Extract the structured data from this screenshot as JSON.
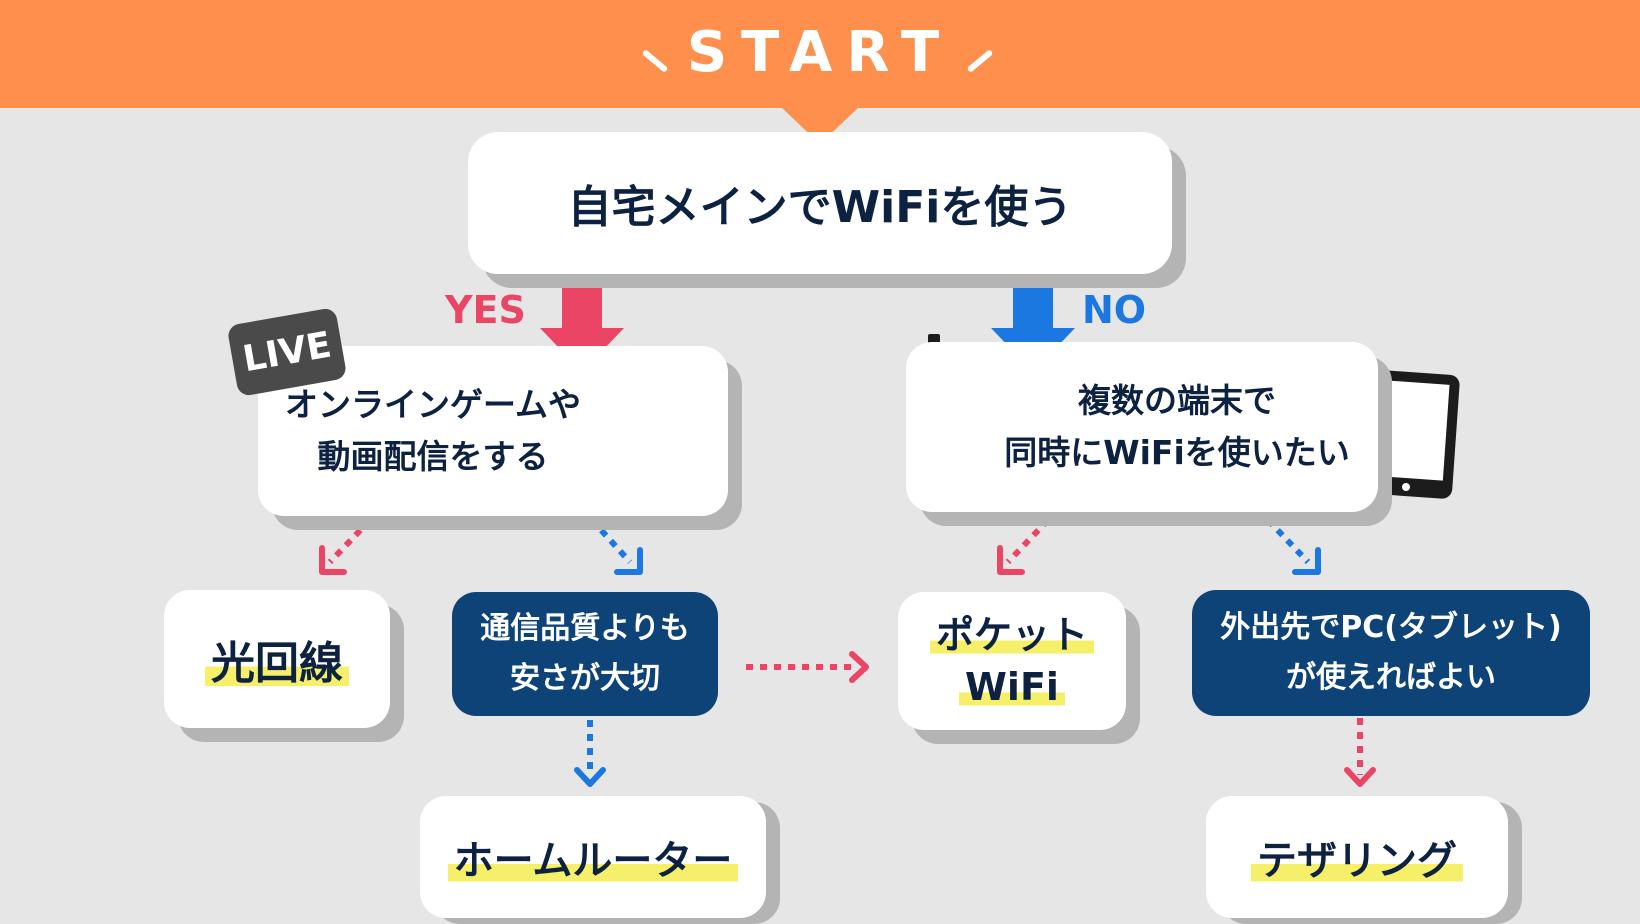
{
  "header": {
    "start_label": "START"
  },
  "question": {
    "text": "自宅メインでWiFiを使う"
  },
  "branches": {
    "yes_label": "YES",
    "no_label": "NO"
  },
  "yes_node": {
    "badge": "LIVE",
    "lines": [
      "オンラインゲームや",
      "動画配信をする"
    ]
  },
  "no_node": {
    "lines": [
      "複数の端末で",
      "同時にWiFiを使いたい"
    ]
  },
  "sub_yes_condition": {
    "lines": [
      "通信品質よりも",
      "安さが大切"
    ]
  },
  "sub_no_condition": {
    "lines": [
      "外出先でPC(タブレット)",
      "が使えればよい"
    ]
  },
  "results": {
    "hikari": "光回線",
    "pocket_line1": "ポケット",
    "pocket_line2": "WiFi",
    "home_router": "ホームルーター",
    "tethering": "テザリング"
  },
  "colors": {
    "header": "#ff8f4d",
    "background": "#e6e6e6",
    "yes": "#ea4565",
    "no": "#1a78e0",
    "navy": "#0e4378",
    "highlight": "#f5ef6a"
  },
  "icons": [
    "gamepad-icon",
    "mouse-icon",
    "tablet-icon"
  ]
}
